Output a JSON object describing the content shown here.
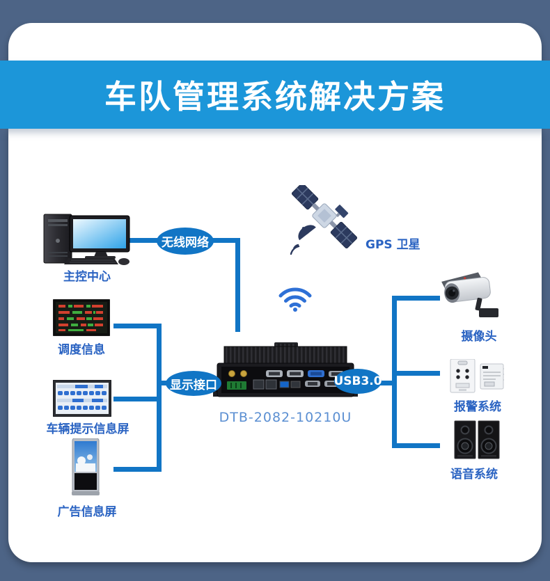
{
  "header": {
    "title": "车队管理系统解决方案"
  },
  "device": {
    "model": "DTB-2082-10210U"
  },
  "nodes": {
    "control_center": {
      "label": "主控中心"
    },
    "dispatch_info": {
      "label": "调度信息"
    },
    "vehicle_screen": {
      "label": "车辆提示信息屏"
    },
    "ad_screen": {
      "label": "广告信息屏"
    },
    "gps": {
      "label": "GPS 卫星"
    },
    "camera": {
      "label": "摄像头"
    },
    "alarm": {
      "label": "报警系统"
    },
    "voice": {
      "label": "语音系统"
    }
  },
  "connections": {
    "wireless": {
      "label": "无线网络"
    },
    "display": {
      "label": "显示接口"
    },
    "usb": {
      "label": "USB3.0"
    }
  },
  "colors": {
    "background": "#4d6486",
    "banner": "#1c96d9",
    "line": "#1175c5",
    "label": "#2a63c2",
    "device_label": "#5b8fd2",
    "wifi": "#2e70d6"
  }
}
